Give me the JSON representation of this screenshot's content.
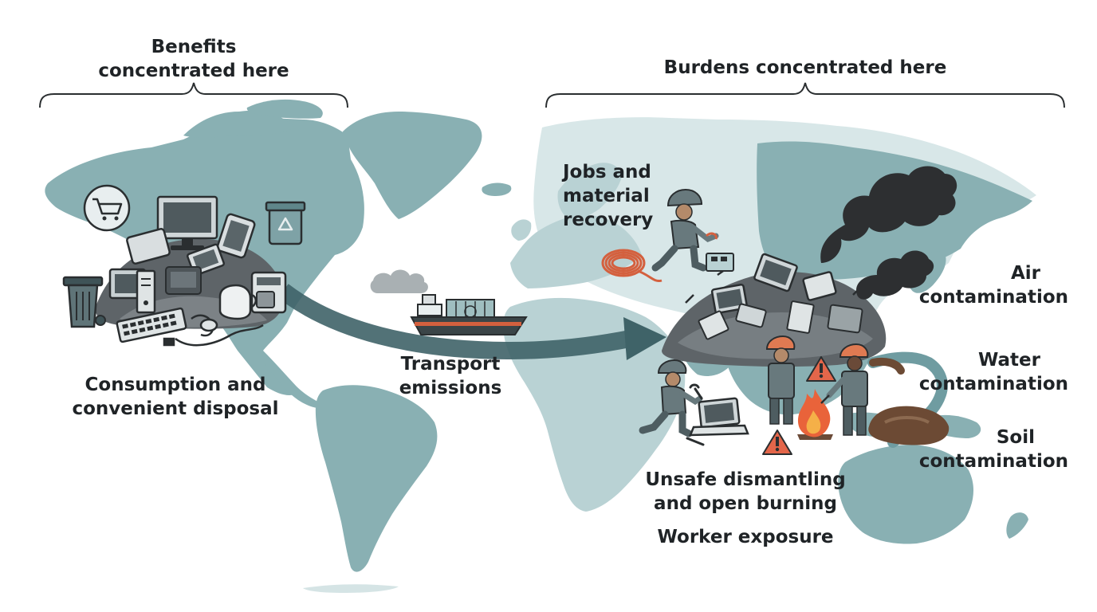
{
  "labels": {
    "benefits_header": [
      "Benefits",
      "concentrated here"
    ],
    "burdens_header": "Burdens concentrated here",
    "consumption": [
      "Consumption and",
      "convenient disposal"
    ],
    "transport": [
      "Transport",
      "emissions"
    ],
    "jobs": [
      "Jobs and",
      "material",
      "recovery"
    ],
    "unsafe": [
      "Unsafe dismantling",
      "and open burning"
    ],
    "worker_exposure": "Worker exposure",
    "air": [
      "Air",
      "contamination"
    ],
    "water": [
      "Water",
      "contamination"
    ],
    "soil": [
      "Soil",
      "contamination"
    ]
  },
  "colors": {
    "land": "#89b0b3",
    "land_light": "#b9d2d4",
    "land_pale": "#d8e7e8",
    "ocean": "#ffffff",
    "flow_arrow": "#3f6368",
    "smoke": "#2d2f31",
    "fire": "#e9633a",
    "hazard": "#e4664a",
    "ship_hull": "#3b4548",
    "ship_stripe": "#d4603e",
    "waste": "#5e6468",
    "skin": "#b48a6a",
    "worker_suit": "#68797d",
    "helmet": "#e07a52",
    "runoff": "#6c4a34"
  },
  "icons": [
    "cart-icon",
    "recycle-bin-icon",
    "trash-can-icon",
    "monitor-icon",
    "ship-icon",
    "recycle-symbol-icon",
    "hazard-icon",
    "fire-icon",
    "smoke-icon",
    "cable-coil-icon",
    "laptop-icon",
    "wrench-icon"
  ]
}
